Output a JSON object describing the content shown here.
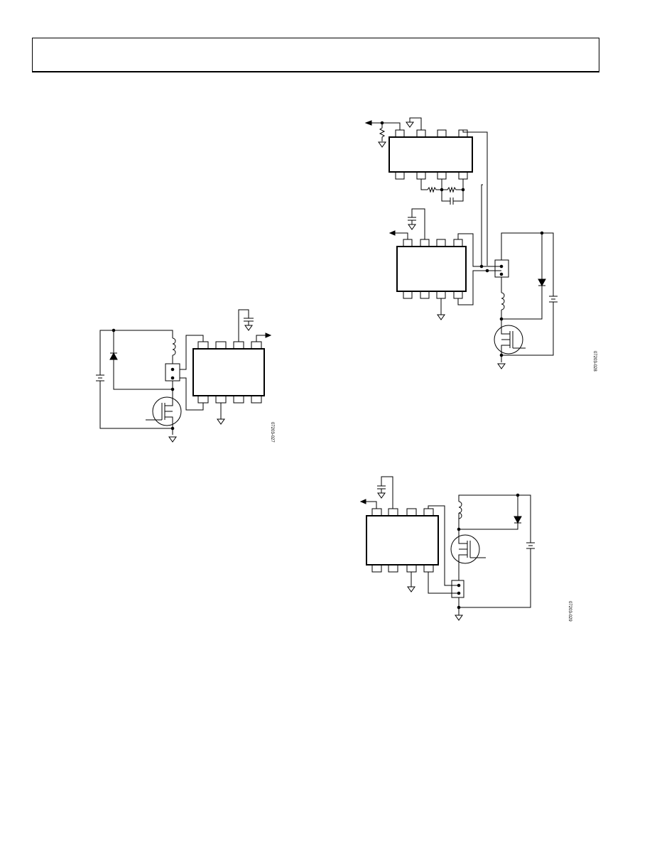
{
  "figures": [
    {
      "id": "fig-027",
      "code": "07203-027"
    },
    {
      "id": "fig-028",
      "code": "07203-028"
    },
    {
      "id": "fig-029",
      "code": "07203-029"
    }
  ]
}
